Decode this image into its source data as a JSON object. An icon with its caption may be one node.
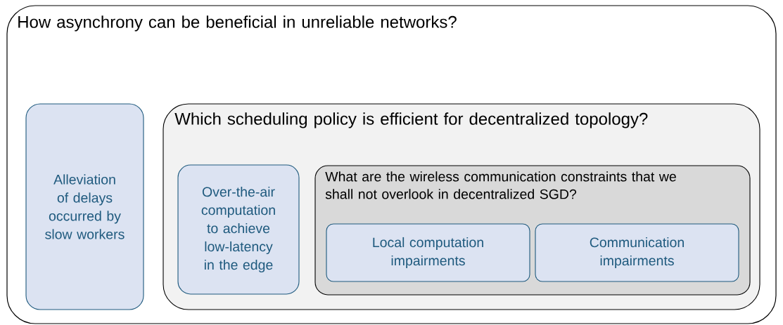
{
  "diagram": {
    "nodes": [
      {
        "text": [
          "How asynchrony can be beneficial in unreliable networks?"
        ]
      },
      {
        "text": [
          "Alleviation of delays occurred by slow workers"
        ],
        "in": 0
      },
      {
        "text": [
          "Which scheduling policy is efficient for decentralized topology?"
        ],
        "in": 0
      },
      {
        "text": [
          "Over-the-air computation to achieve low-latency in the edge"
        ],
        "in": 2
      },
      {
        "text": [
          "What are the wireless communication constraints that we shall not overlook in decentralized SGD?"
        ],
        "in": 2
      },
      {
        "text": [
          "Local computation impairments"
        ],
        "in": 4
      },
      {
        "text": [
          "Communication impairments"
        ],
        "in": 4
      }
    ]
  }
}
